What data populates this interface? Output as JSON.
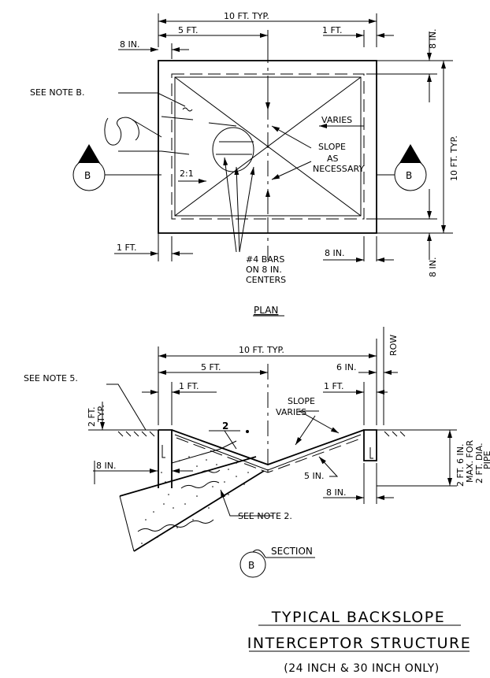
{
  "plan": {
    "dim_top": "10 FT. TYP.",
    "dim_half": "5 FT.",
    "dim_one": "1 FT.",
    "dim_left_8": "8 IN.",
    "dim_right_8": "8 IN.",
    "dim_right_10": "10 FT. TYP.",
    "dim_bottom_1": "1 FT.",
    "dim_bottom_8": "8 IN.",
    "dim_bottom_right_8": "8 IN.",
    "see_note_b": "SEE NOTE B.",
    "varies": "VARIES",
    "slope_1": "SLOPE",
    "slope_2": "AS",
    "slope_3": "NECESSARY",
    "ratio": "2:1",
    "bars_1": "#4 BARS",
    "bars_2": "ON 8 IN.",
    "bars_3": "CENTERS",
    "marker_left": "B",
    "marker_right": "B",
    "label": "PLAN"
  },
  "section": {
    "dim_top": "10 FT. TYP.",
    "row": "ROW",
    "dim_half": "5 FT.",
    "dim_6in": "6 IN.",
    "see_note_5": "SEE NOTE 5.",
    "dim_2ft_1": "2 FT.",
    "dim_2ft_2": "TYP.",
    "dim_1ft_left": "1 FT.",
    "dim_1ft_right": "1 FT.",
    "slope_1": "SLOPE",
    "slope_2": "VARIES",
    "num_2": "2",
    "dim_8in_left": "8 IN.",
    "dim_5in": "5 IN.",
    "dim_8in_right": "8 IN.",
    "see_note_2": "SEE NOTE 2.",
    "right_1": "2 FT. 6 IN.",
    "right_2": "MAX. FOR",
    "right_3": "2 FT. DIA.",
    "right_4": "PIPE",
    "marker": "B",
    "label": "SECTION"
  },
  "title": {
    "line1": "TYPICAL BACKSLOPE",
    "line2": "INTERCEPTOR STRUCTURE",
    "line3": "(24 INCH & 30 INCH ONLY)"
  }
}
